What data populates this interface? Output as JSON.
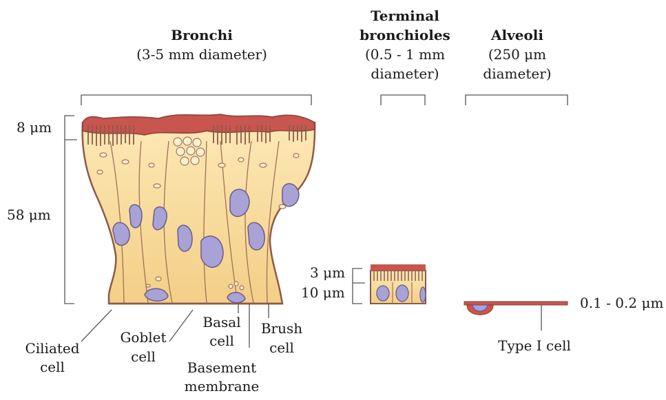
{
  "columns": {
    "bronchi": {
      "title": "Bronchi",
      "subtitle": "(3-5 mm diameter)"
    },
    "terminal": {
      "title_line1": "Terminal",
      "title_line2": "bronchioles",
      "subtitle_line1": "(0.5 - 1 mm",
      "subtitle_line2": "diameter)"
    },
    "alveoli": {
      "title": "Alveoli",
      "subtitle_line1": "(250 μm",
      "subtitle_line2": "diameter)"
    }
  },
  "measurements": {
    "bronchi_top": "8 μm",
    "bronchi_body": "58 μm",
    "terminal_top": "3 μm",
    "terminal_body": "10 μm",
    "alveoli": "0.1 - 0.2 μm"
  },
  "cell_labels": {
    "ciliated_1": "Ciliated",
    "ciliated_2": "cell",
    "goblet_1": "Goblet",
    "goblet_2": "cell",
    "basal_1": "Basal",
    "basal_2": "cell",
    "brush_1": "Brush",
    "brush_2": "cell",
    "basement_1": "Basement",
    "basement_2": "membrane",
    "type1": "Type I cell"
  },
  "colors": {
    "mucus": "#c8554e",
    "cell_fill": "#f8dc9e",
    "cell_edge": "#8a5a4a",
    "nucleus": "#a9a2d6",
    "bracket": "#555555"
  }
}
